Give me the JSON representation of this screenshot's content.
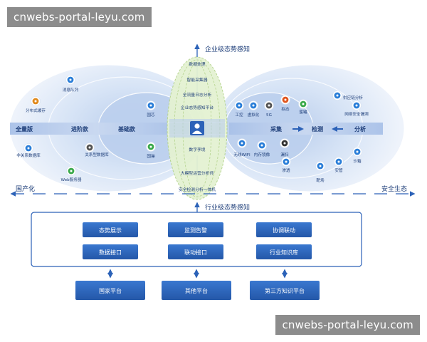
{
  "watermark": {
    "top": "cnwebs-portal-leyu.com",
    "bottom": "cnwebs-portal-leyu.com"
  },
  "axis": {
    "top_label": "企业级态势感知",
    "mid_label": "行业级态势感知",
    "left_label": "国产化",
    "right_label": "安全生态"
  },
  "left_lens": {
    "bands": [
      "全量版",
      "进阶款",
      "基础款"
    ],
    "items": [
      {
        "label": "消息队列",
        "icon": "queue-icon",
        "color": "#2a7ed8"
      },
      {
        "label": "分布式缓存",
        "icon": "cache-icon",
        "color": "#e08a1e"
      },
      {
        "label": "国芯",
        "icon": "chip-icon",
        "color": "#2a7ed8"
      },
      {
        "label": "关系型数据库",
        "icon": "database-icon",
        "color": "#555555"
      },
      {
        "label": "非关系数据库",
        "icon": "nosql-icon",
        "color": "#2a7ed8"
      },
      {
        "label": "国操",
        "icon": "os-icon",
        "color": "#3aa94a"
      },
      {
        "label": "Web服务器",
        "icon": "web-server-icon",
        "color": "#3aa94a"
      }
    ]
  },
  "center_column": {
    "top_items": [
      "数据处理",
      "智能采集器",
      "全流量日志分析",
      "企业态势感知平台"
    ],
    "bottom_items": [
      "数字孪境",
      "大模型运营分析师",
      "安全检测分析一体机"
    ],
    "icon": "user-icon"
  },
  "right_lens": {
    "bands": [
      "采集",
      "检测",
      "分析"
    ],
    "items": [
      {
        "label": "工控",
        "icon": "industrial-icon",
        "color": "#2a7ed8"
      },
      {
        "label": "虚拟化",
        "icon": "virtualization-icon",
        "color": "#2a7ed8"
      },
      {
        "label": "5G",
        "icon": "tower-5g-icon",
        "color": "#555555"
      },
      {
        "label": "拟态",
        "icon": "mimic-icon",
        "color": "#e0551e"
      },
      {
        "label": "蜜罐",
        "icon": "honeypot-icon",
        "color": "#3aa94a"
      },
      {
        "label": "供应链分析",
        "icon": "supply-chain-icon",
        "color": "#2a7ed8"
      },
      {
        "label": "网络安全漏洞",
        "icon": "vuln-icon",
        "color": "#2a7ed8"
      },
      {
        "label": "无线WIFI",
        "icon": "wifi-icon",
        "color": "#2a7ed8"
      },
      {
        "label": "内存镜像",
        "icon": "memory-icon",
        "color": "#2a7ed8"
      },
      {
        "label": "漏扫",
        "icon": "scan-icon",
        "color": "#333333"
      },
      {
        "label": "渗透",
        "icon": "penetration-icon",
        "color": "#2a7ed8"
      },
      {
        "label": "靶场",
        "icon": "range-icon",
        "color": "#2a7ed8"
      },
      {
        "label": "安管",
        "icon": "security-mgmt-icon",
        "color": "#2a7ed8"
      },
      {
        "label": "沙箱",
        "icon": "sandbox-icon",
        "color": "#2a7ed8"
      }
    ]
  },
  "platform": {
    "rows": [
      [
        "态势展示",
        "监测告警",
        "协调联动"
      ],
      [
        "数据接口",
        "联动接口",
        "行业知识库"
      ]
    ],
    "externals": [
      "国家平台",
      "其他平台",
      "第三方知识平台"
    ]
  },
  "colors": {
    "primary": "#2c62b8",
    "band": "#c9d8f0",
    "lens_outer": "#eaf1fb",
    "lens_mid": "#d6e3f5",
    "lens_inner": "#bfd2ee",
    "center_green": "#dff0c9"
  }
}
